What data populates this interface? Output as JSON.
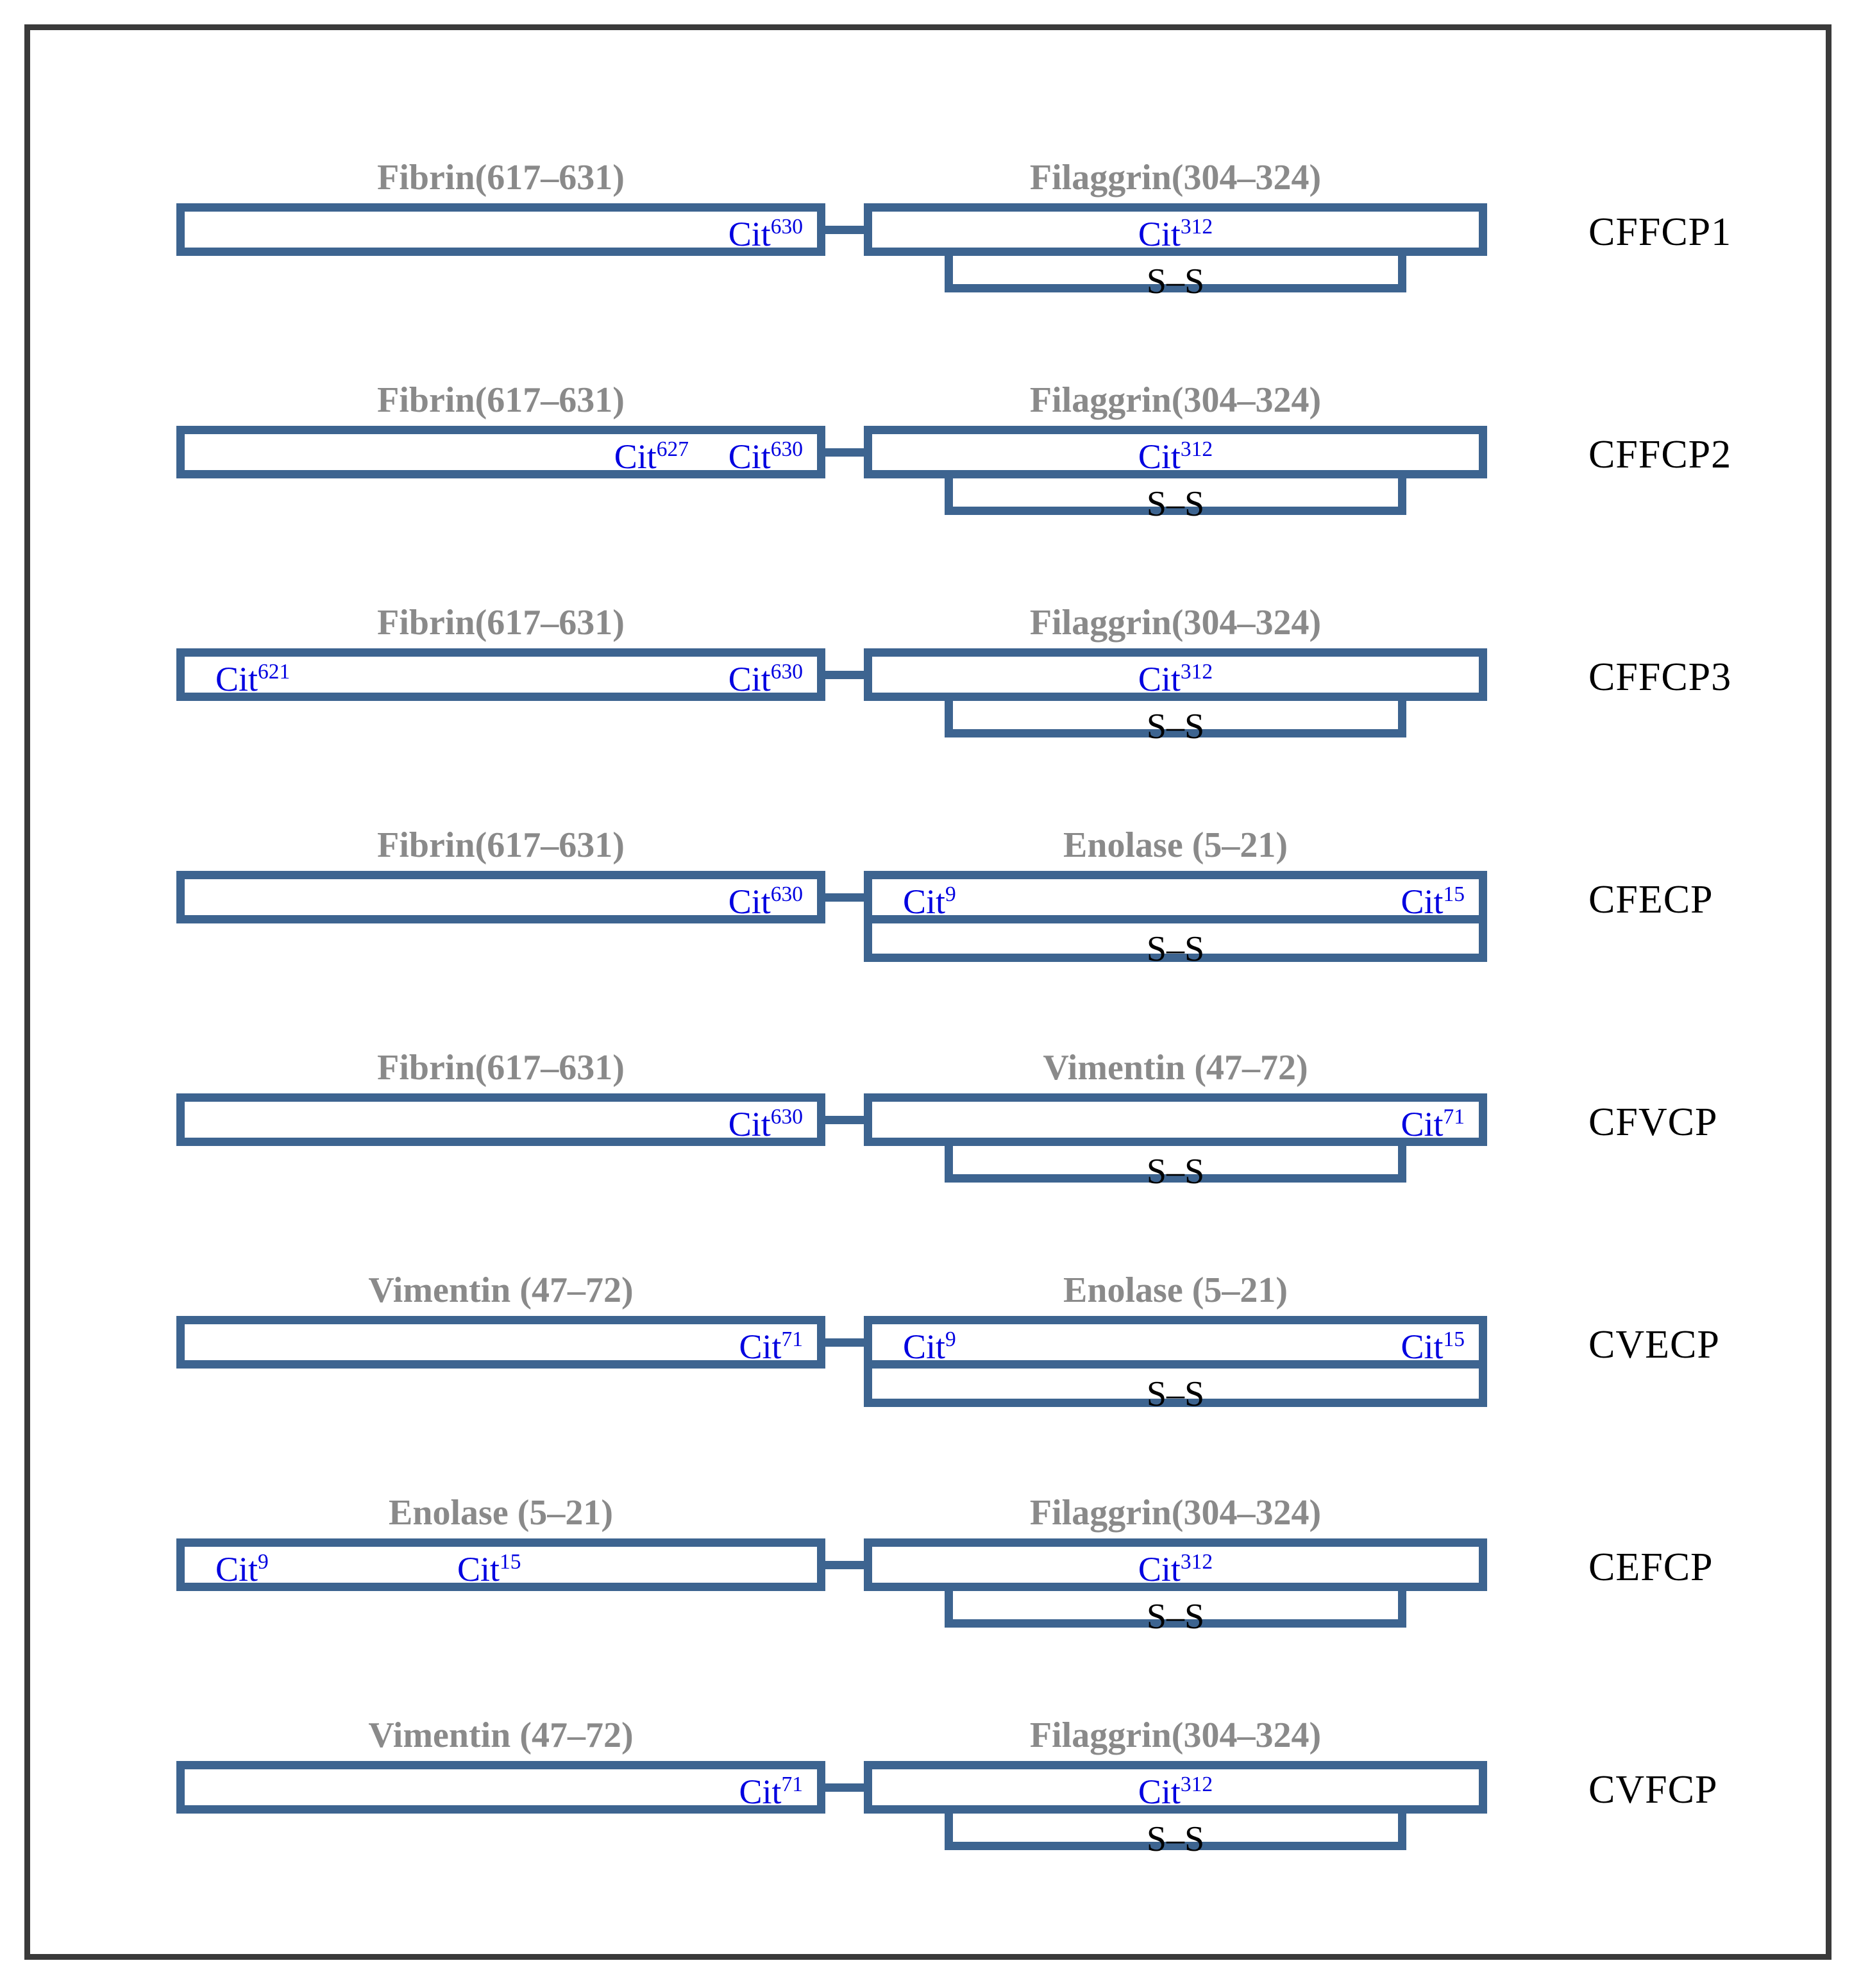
{
  "figure": {
    "description": "Schematic of eight chimeric citrullinated peptides (CCP) built from two linked antigen segments",
    "border_color": "#3a3a3a",
    "box_color": "#3d6490",
    "title_color": "#8a8a8a",
    "cit_color": "#0000e0",
    "disulfide_label": "S–S"
  },
  "rows": [
    {
      "code": "CFFCP1",
      "left": {
        "title": "Fibrin(617–631)",
        "cits": [
          {
            "label": "Cit",
            "sup": "630",
            "align": "right"
          }
        ],
        "disulfide": "none"
      },
      "right": {
        "title": "Filaggrin(304–324)",
        "cits": [
          {
            "label": "Cit",
            "sup": "312",
            "align": "center"
          }
        ],
        "disulfide": "bracket"
      }
    },
    {
      "code": "CFFCP2",
      "left": {
        "title": "Fibrin(617–631)",
        "cits": [
          {
            "label": "Cit",
            "sup": "627",
            "align": "right2"
          },
          {
            "label": "Cit",
            "sup": "630",
            "align": "right"
          }
        ],
        "disulfide": "none"
      },
      "right": {
        "title": "Filaggrin(304–324)",
        "cits": [
          {
            "label": "Cit",
            "sup": "312",
            "align": "center"
          }
        ],
        "disulfide": "bracket"
      }
    },
    {
      "code": "CFFCP3",
      "left": {
        "title": "Fibrin(617–631)",
        "cits": [
          {
            "label": "Cit",
            "sup": "621",
            "align": "left"
          },
          {
            "label": "Cit",
            "sup": "630",
            "align": "right"
          }
        ],
        "disulfide": "none"
      },
      "right": {
        "title": "Filaggrin(304–324)",
        "cits": [
          {
            "label": "Cit",
            "sup": "312",
            "align": "center"
          }
        ],
        "disulfide": "bracket"
      }
    },
    {
      "code": "CFECP",
      "left": {
        "title": "Fibrin(617–631)",
        "cits": [
          {
            "label": "Cit",
            "sup": "630",
            "align": "right"
          }
        ],
        "disulfide": "none"
      },
      "right": {
        "title": "Enolase (5–21)",
        "cits": [
          {
            "label": "Cit",
            "sup": "9",
            "align": "left"
          },
          {
            "label": "Cit",
            "sup": "15",
            "align": "right"
          }
        ],
        "disulfide": "fullbox"
      }
    },
    {
      "code": "CFVCP",
      "left": {
        "title": "Fibrin(617–631)",
        "cits": [
          {
            "label": "Cit",
            "sup": "630",
            "align": "right"
          }
        ],
        "disulfide": "none"
      },
      "right": {
        "title": "Vimentin (47–72)",
        "cits": [
          {
            "label": "Cit",
            "sup": "71",
            "align": "right"
          }
        ],
        "disulfide": "bracket"
      }
    },
    {
      "code": "CVECP",
      "left": {
        "title": "Vimentin (47–72)",
        "cits": [
          {
            "label": "Cit",
            "sup": "71",
            "align": "right"
          }
        ],
        "disulfide": "none"
      },
      "right": {
        "title": "Enolase (5–21)",
        "cits": [
          {
            "label": "Cit",
            "sup": "9",
            "align": "left"
          },
          {
            "label": "Cit",
            "sup": "15",
            "align": "right"
          }
        ],
        "disulfide": "fullbox"
      }
    },
    {
      "code": "CEFCP",
      "left": {
        "title": "Enolase (5–21)",
        "cits": [
          {
            "label": "Cit",
            "sup": "9",
            "align": "left"
          },
          {
            "label": "Cit",
            "sup": "15",
            "align": "mid"
          }
        ],
        "disulfide": "none"
      },
      "right": {
        "title": "Filaggrin(304–324)",
        "cits": [
          {
            "label": "Cit",
            "sup": "312",
            "align": "center"
          }
        ],
        "disulfide": "bracket"
      }
    },
    {
      "code": "CVFCP",
      "left": {
        "title": "Vimentin (47–72)",
        "cits": [
          {
            "label": "Cit",
            "sup": "71",
            "align": "right"
          }
        ],
        "disulfide": "none"
      },
      "right": {
        "title": "Filaggrin(304–324)",
        "cits": [
          {
            "label": "Cit",
            "sup": "312",
            "align": "center"
          }
        ],
        "disulfide": "bracket"
      }
    }
  ]
}
